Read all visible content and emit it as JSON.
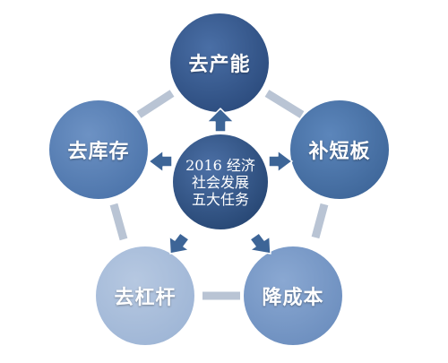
{
  "diagram": {
    "center": {
      "lines": [
        "2016 经济",
        "社会发展",
        "五大任务"
      ],
      "fill": "#2e4f80"
    },
    "nodes": [
      {
        "label": "去产能",
        "fill": "#2c4c7e"
      },
      {
        "label": "补短板",
        "fill": "#3f679a"
      },
      {
        "label": "降成本",
        "fill": "#6d8fbf"
      },
      {
        "label": "去杠杆",
        "fill": "#9fb6d6"
      },
      {
        "label": "去库存",
        "fill": "#4d75ab"
      }
    ],
    "connector_color": "#b9c4d4",
    "arrow_color": "#3d6597"
  }
}
